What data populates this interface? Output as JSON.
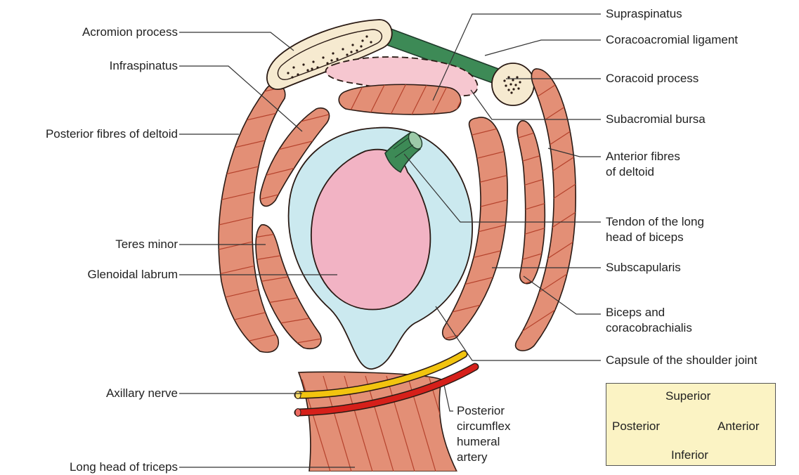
{
  "labels": {
    "acromion_process": "Acromion process",
    "infraspinatus": "Infraspinatus",
    "posterior_fibres_deltoid": "Posterior fibres of deltoid",
    "teres_minor": "Teres minor",
    "glenoidal_labrum": "Glenoidal labrum",
    "axillary_nerve": "Axillary nerve",
    "long_head_triceps": "Long head of triceps",
    "supraspinatus": "Supraspinatus",
    "coracoacromial_ligament": "Coracoacromial ligament",
    "coracoid_process": "Coracoid process",
    "subacromial_bursa": "Subacromial bursa",
    "anterior_fibres_deltoid_1": "Anterior fibres",
    "anterior_fibres_deltoid_2": "of deltoid",
    "tendon_long_head_biceps_1": "Tendon of the long",
    "tendon_long_head_biceps_2": "head of biceps",
    "subscapularis": "Subscapularis",
    "biceps_coracobrachialis_1": "Biceps and",
    "biceps_coracobrachialis_2": "coracobrachialis",
    "capsule_shoulder_joint": "Capsule of the shoulder joint",
    "posterior_circumflex_1": "Posterior",
    "posterior_circumflex_2": "circumflex",
    "posterior_circumflex_3": "humeral",
    "posterior_circumflex_4": "artery"
  },
  "legend": {
    "superior": "Superior",
    "inferior": "Inferior",
    "posterior": "Posterior",
    "anterior": "Anterior"
  },
  "colors": {
    "muscle": "#e38f76",
    "muscle_hatch": "#b5422c",
    "bone": "#f6ead0",
    "ligament": "#3d8a56",
    "bursa": "#f6c7d0",
    "capsule": "#cbe9ef",
    "labrum": "#f2b3c4",
    "nerve": "#f2c40f",
    "artery": "#d6201a",
    "legend_bg": "#fbf3c4",
    "legend_cross": "#9c1f1a"
  }
}
